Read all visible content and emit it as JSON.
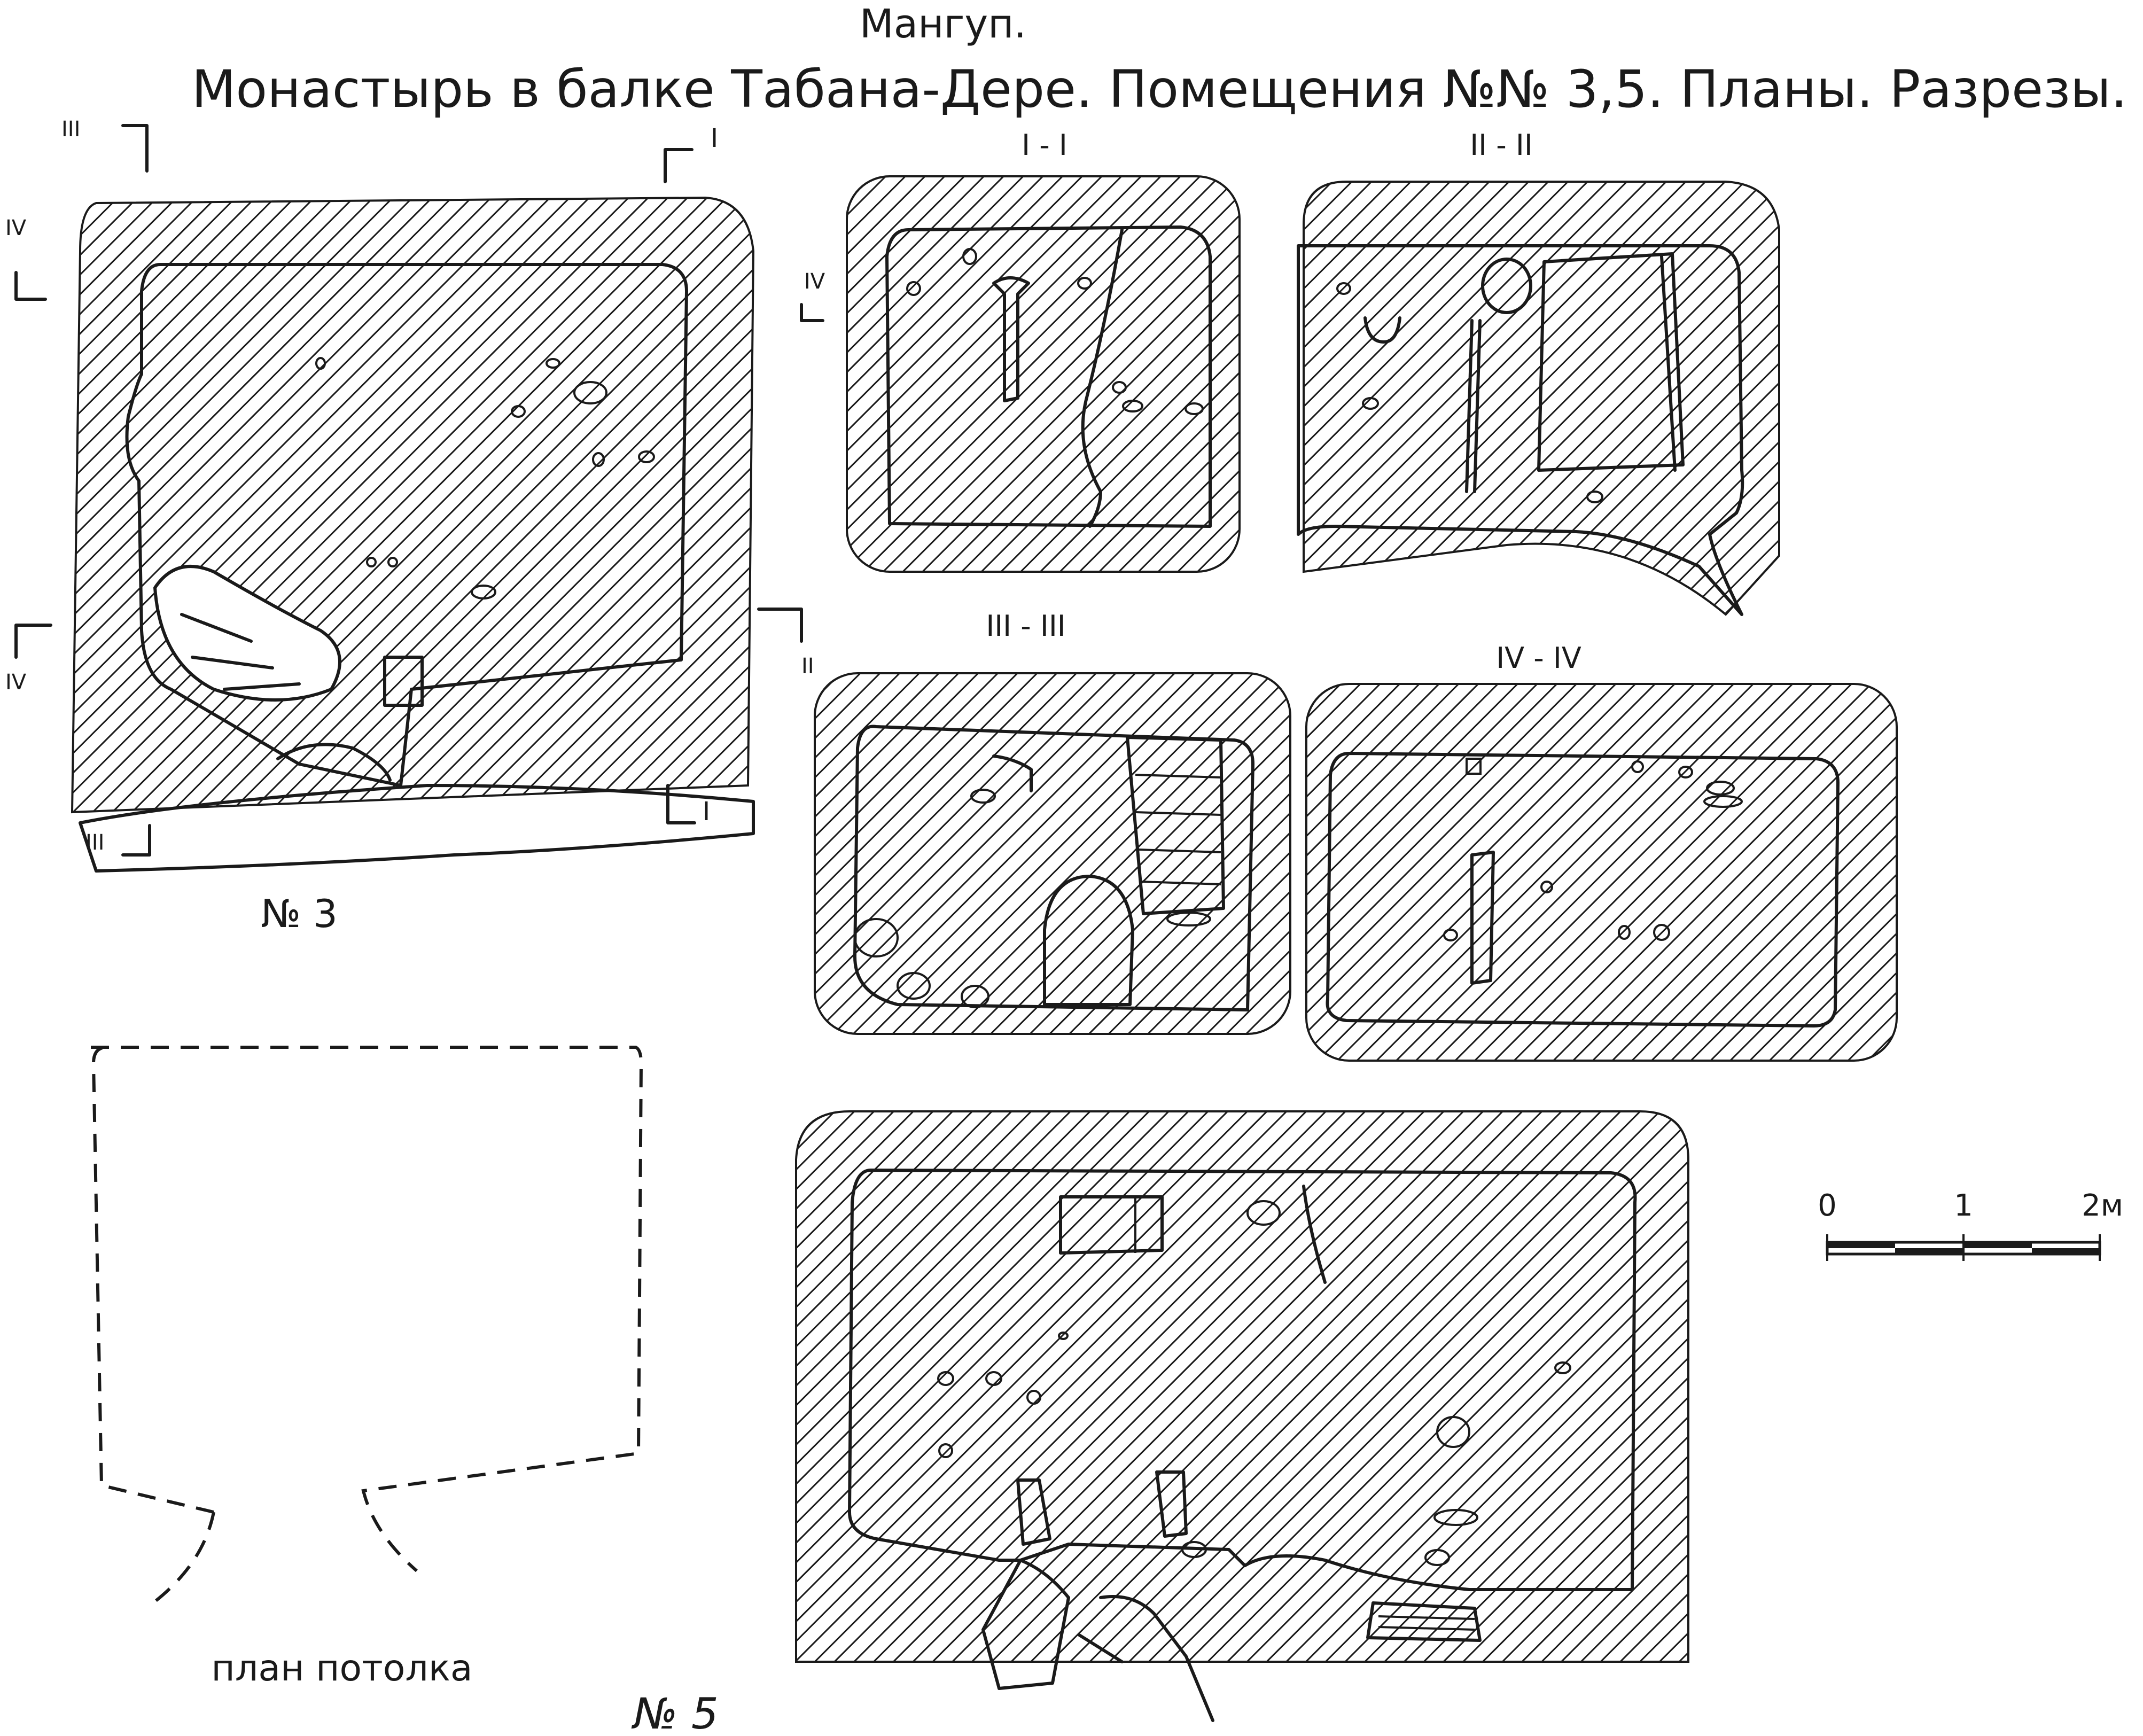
{
  "header": {
    "place": "Мангуп.",
    "title": "Монастырь в балке Табана-Дере. Помещения №№ 3,5. Планы. Разрезы."
  },
  "sections": {
    "s1": "I - I",
    "s2": "II - II",
    "s3": "III - III",
    "s4": "IV - IV"
  },
  "markers": {
    "I": "I",
    "II": "II",
    "III": "III",
    "IV": "IV"
  },
  "rooms": {
    "room3": "№ 3",
    "room5": "№ 5"
  },
  "ceiling_plan": "план потолка",
  "scale": {
    "tick0": "0",
    "tick1": "1",
    "tick2": "2м"
  },
  "colors": {
    "ink": "#1a1a1a",
    "paper": "#ffffff"
  }
}
